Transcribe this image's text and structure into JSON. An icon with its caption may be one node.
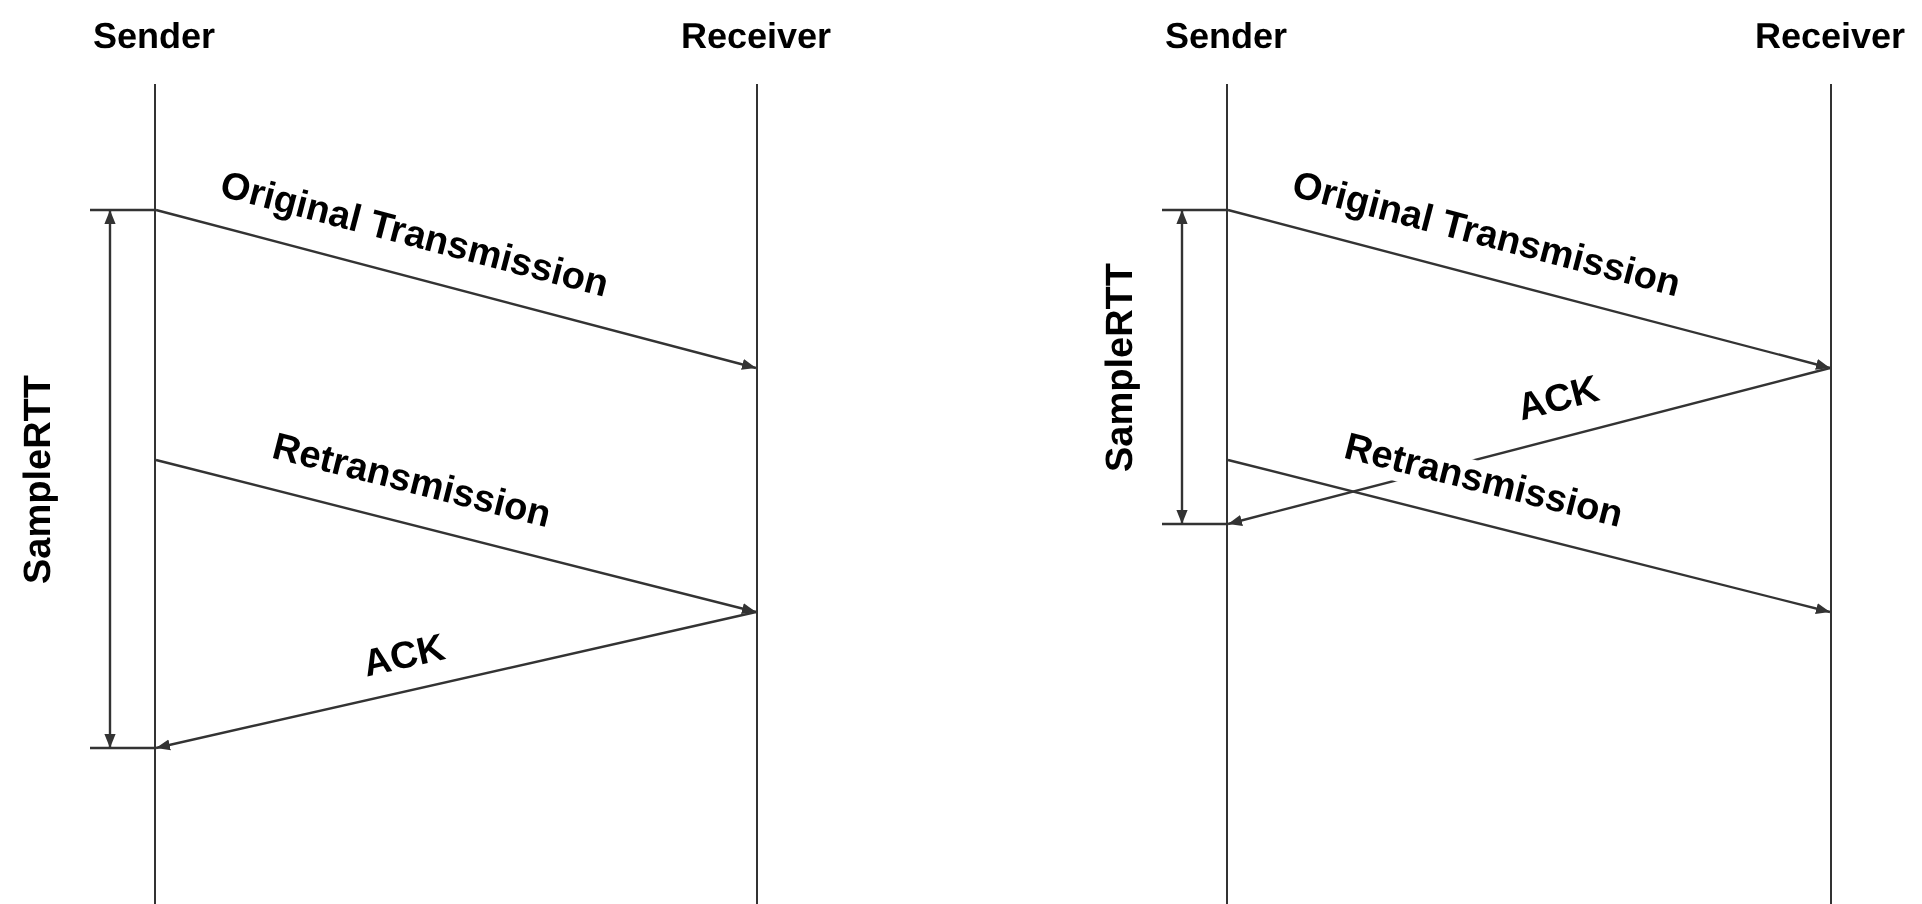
{
  "diagram": {
    "nodes": [
      {
        "text": [
          "Sender"
        ]
      },
      {
        "text": [
          "Receiver"
        ]
      },
      {
        "text": [
          "Sender"
        ]
      },
      {
        "text": [
          "Receiver"
        ]
      }
    ],
    "edges": [
      {
        "from": 0,
        "to": 1,
        "arrow": "to",
        "label": "Original Transmission"
      },
      {
        "from": 0,
        "to": 1,
        "arrow": "to",
        "label": "Retransmission"
      },
      {
        "from": 1,
        "to": 0,
        "arrow": "to",
        "label": "ACK"
      },
      {
        "from": 2,
        "to": 3,
        "arrow": "to",
        "label": "Original Transmission"
      },
      {
        "from": 3,
        "to": 2,
        "arrow": "to",
        "label": "ACK"
      },
      {
        "from": 2,
        "to": 3,
        "arrow": "to",
        "label": "Retransmission"
      }
    ],
    "labels": [
      "SampleRTT",
      "SampleRTT"
    ]
  }
}
